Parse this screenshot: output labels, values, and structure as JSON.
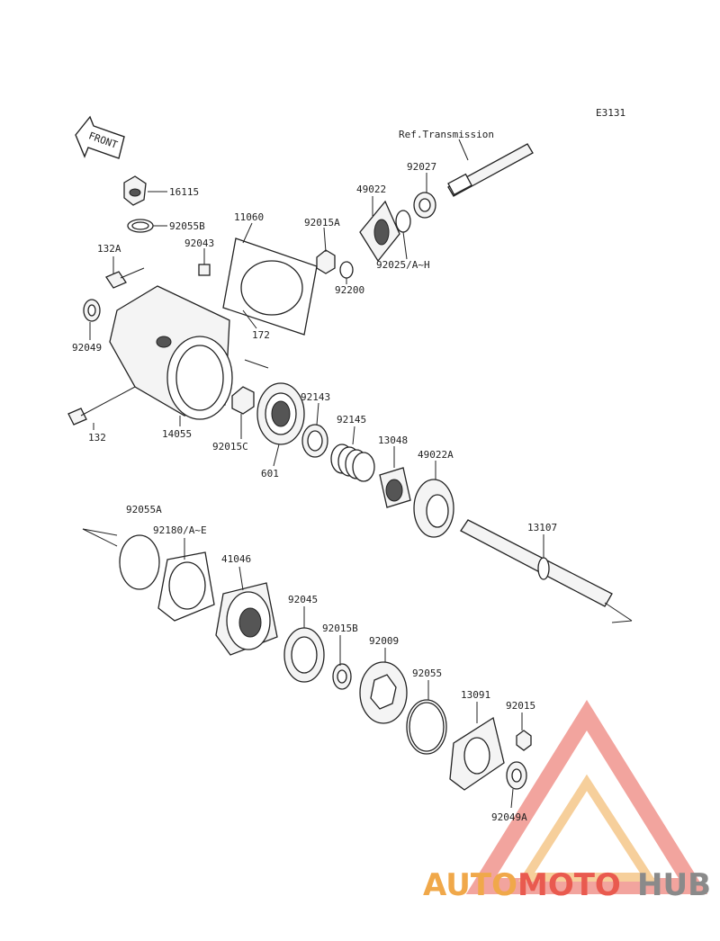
{
  "diagram_code": "E3131",
  "front_label": "FRONT",
  "ref_label": "Ref.Transmission",
  "parts": {
    "p16115": "16115",
    "p92055B": "92055B",
    "p11060": "11060",
    "p132A": "132A",
    "p92043": "92043",
    "p92015A": "92015A",
    "p49022": "49022",
    "p92027": "92027",
    "p92025": "92025/A~H",
    "p92200": "92200",
    "p172": "172",
    "p92049": "92049",
    "p132": "132",
    "p14055": "14055",
    "p92015C": "92015C",
    "p601": "601",
    "p92143": "92143",
    "p92145": "92145",
    "p13048": "13048",
    "p49022A": "49022A",
    "p13107": "13107",
    "p92055A": "92055A",
    "p92180": "92180/A~E",
    "p41046": "41046",
    "p92045": "92045",
    "p92015B": "92015B",
    "p92009": "92009",
    "p92055": "92055",
    "p13091": "13091",
    "p92015": "92015",
    "p92049A": "92049A"
  },
  "watermark": {
    "part1": "AUTO",
    "part2": "MOTO",
    "part3": "HUB",
    "colors": {
      "orange": "#f0a84a",
      "red": "#e95a4f",
      "gray": "#8a8a8a"
    }
  }
}
